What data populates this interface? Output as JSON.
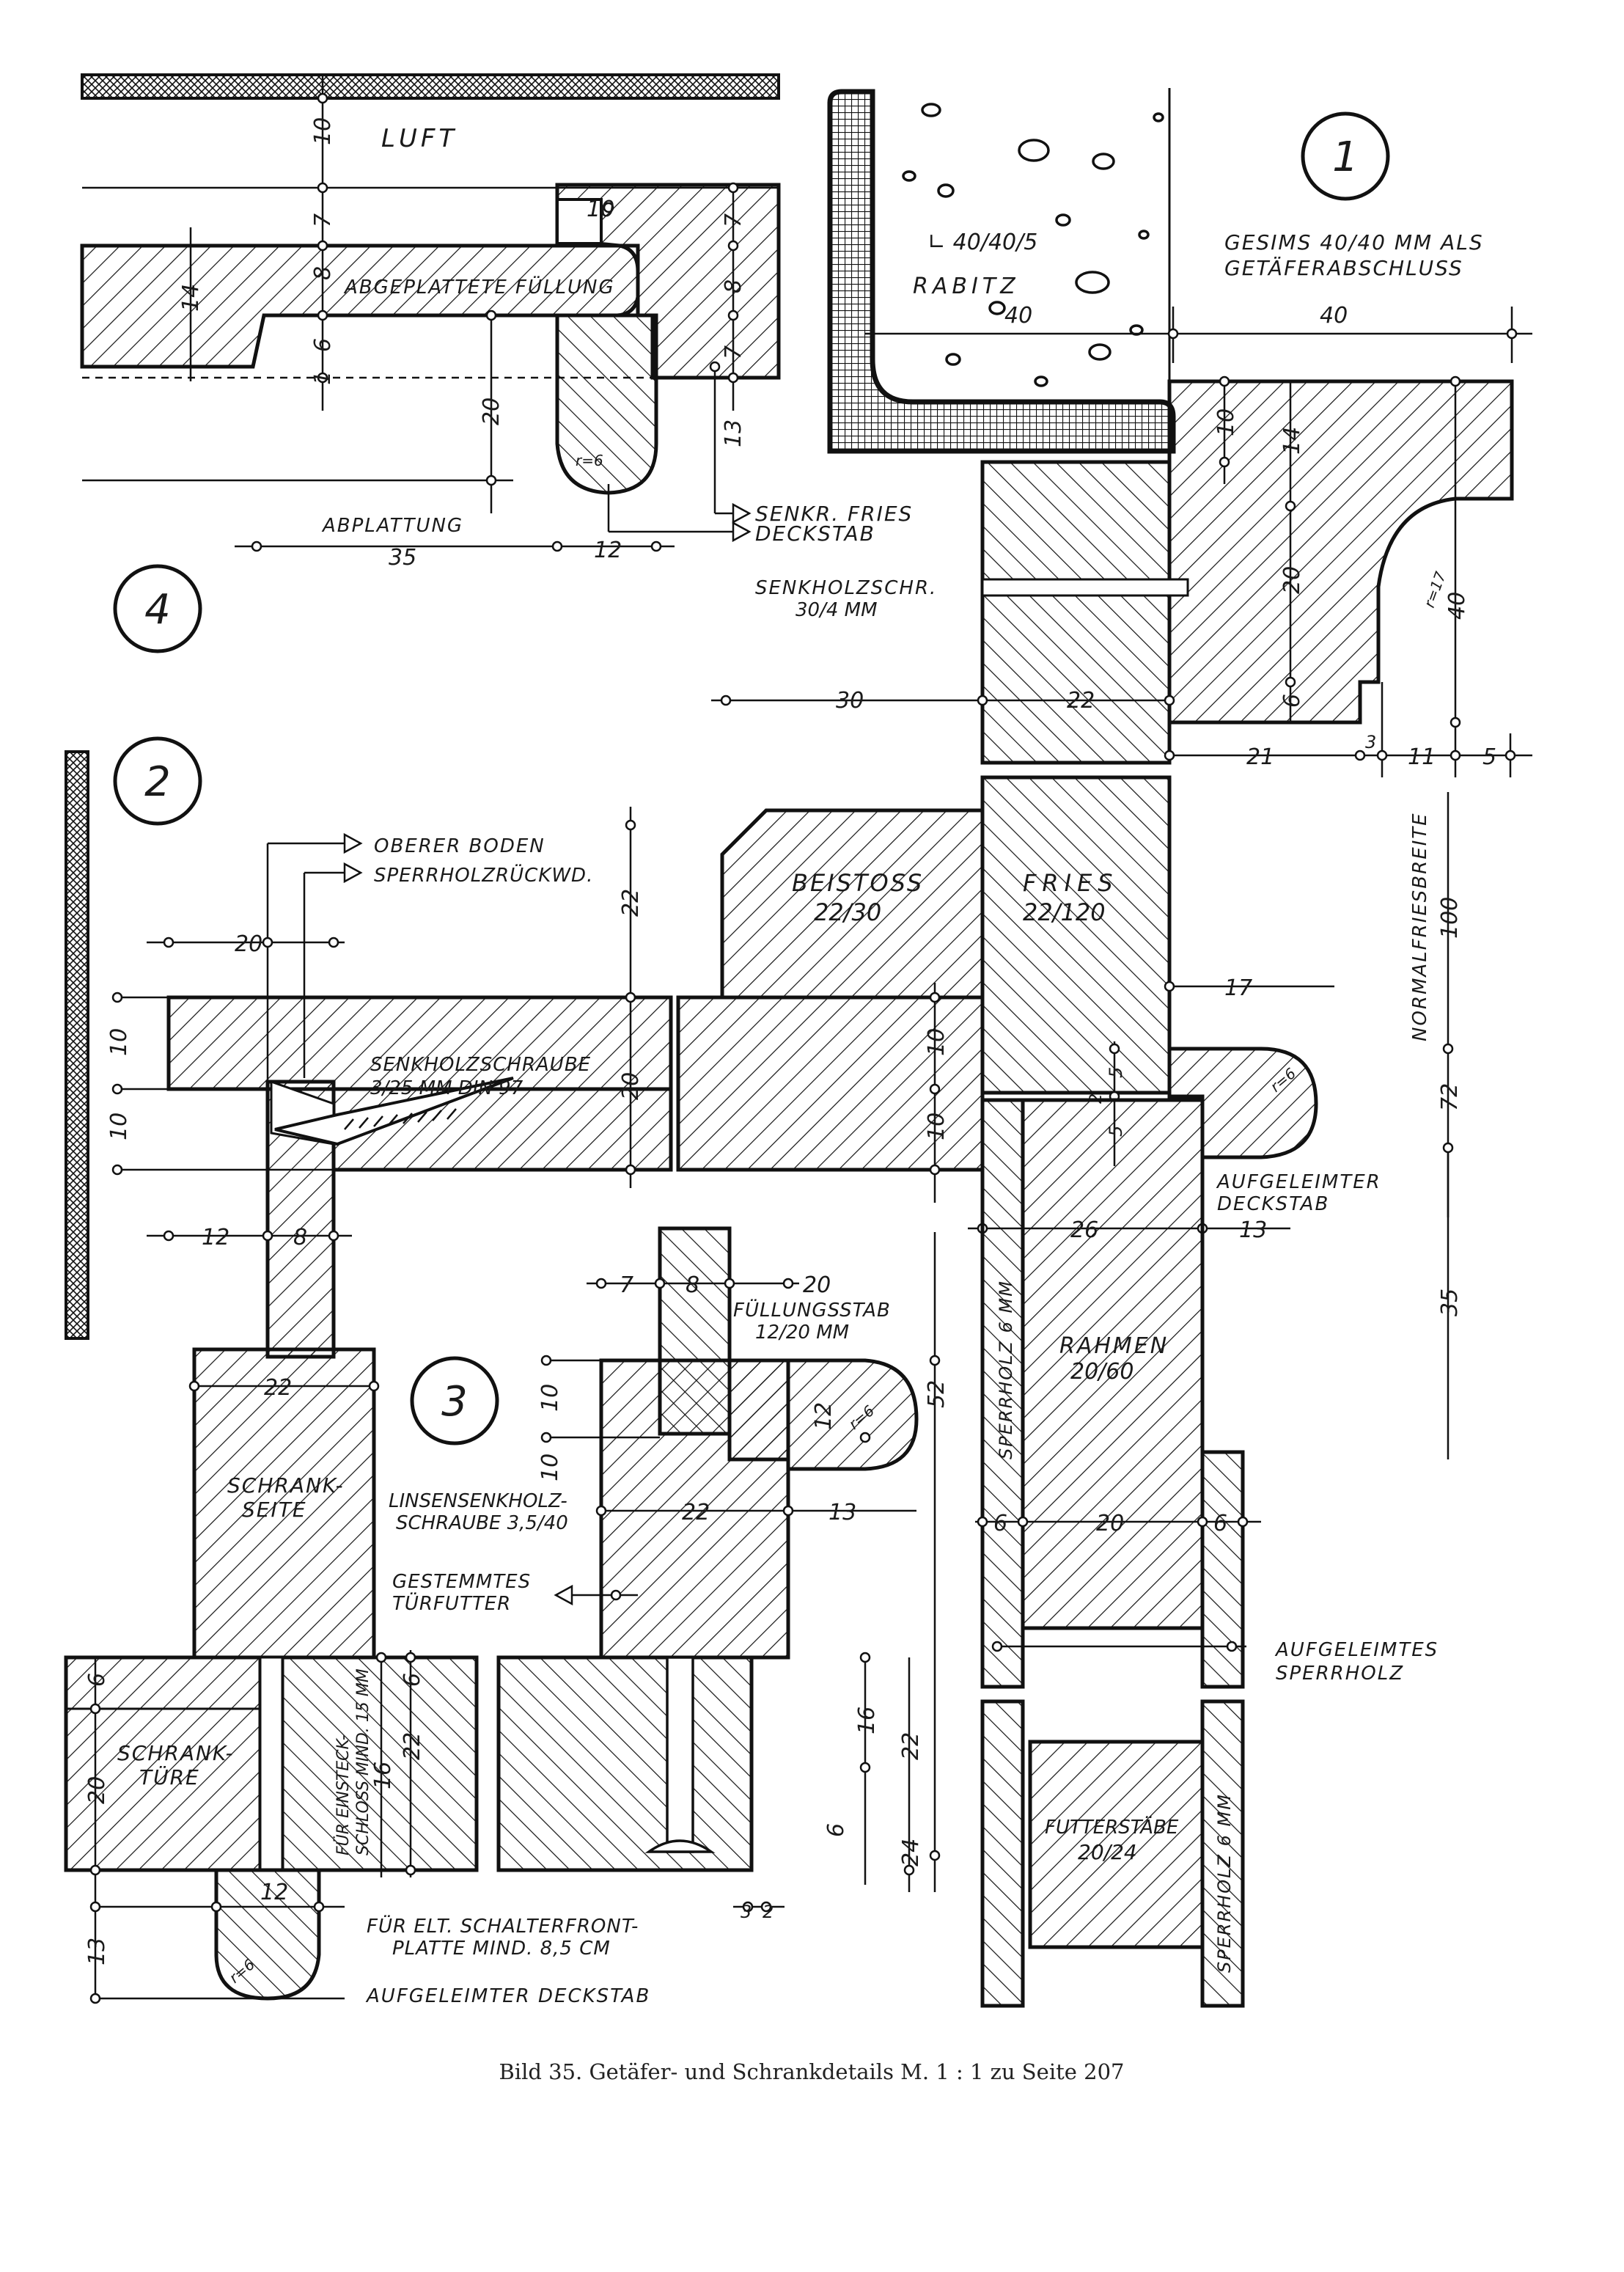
{
  "caption": "Bild 35. Getäfer- und Schrankdetails M. 1 : 1 zu Seite 207",
  "detail_numbers": [
    "1",
    "2",
    "3",
    "4"
  ],
  "detail4": {
    "luft": "LUFT",
    "fuellung": "ABGEPLATTETE FÜLLUNG",
    "abplattung": "ABPLATTUNG",
    "senkr_fries": "SENKR. FRIES",
    "deckstab": "DECKSTAB",
    "radius": "r=6",
    "dims": [
      "10",
      "7",
      "8",
      "14",
      "6",
      "1",
      "10",
      "7",
      "8",
      "7",
      "20",
      "13",
      "35",
      "12"
    ]
  },
  "detail1": {
    "winkel": "∟ 40/40/5",
    "rabitz": "RABITZ",
    "gesims": "GESIMS 40/40 MM ALS",
    "getaefer": "GETÄFERABSCHLUSS",
    "senkholz": "SENKHOLZSCHR.",
    "senkholz_size": "30/4 MM",
    "radius": "r=17",
    "dims": [
      "40",
      "40",
      "10",
      "14",
      "20",
      "40",
      "6",
      "30",
      "22",
      "21",
      "3",
      "11",
      "5"
    ]
  },
  "detail2": {
    "oberer_boden": "OBERER BODEN",
    "sperrholz_rueck": "SPERRHOLZRÜCKWD.",
    "beistoss": "BEISTOSS",
    "beistoss_size": "22/30",
    "fries": "FRIES",
    "fries_size": "22/120",
    "normalfries": "NORMALFRIESBREITE",
    "schraube": "SENKHOLZSCHRAUBE",
    "schraube_size": "3/25 MM DIN 97",
    "aufgeleimt_deckstab": "AUFGELEIMTER",
    "aufgeleimt_deckstab2": "DECKSTAB",
    "radius": "r=6",
    "dims": [
      "20",
      "22",
      "10",
      "10",
      "20",
      "10",
      "10",
      "12",
      "8",
      "100",
      "17",
      "5",
      "2",
      "5",
      "72",
      "26",
      "13",
      "35"
    ]
  },
  "detail3": {
    "schrankseite": "SCHRANK-",
    "schrankseite2": "SEITE",
    "schranktuere": "SCHRANK-",
    "schranktuere2": "TÜRE",
    "fuellungsstab": "FÜLLUNGSSTAB",
    "fuellungsstab_size": "12/20 MM",
    "linsen": "LINSENSENKHOLZ-",
    "linsen2": "SCHRAUBE 3,5/40",
    "gestemmtes": "GESTEMMTES",
    "tuerfutter": "TÜRFUTTER",
    "einsteck": "FÜR EINSTECK-",
    "einsteck2": "SCHLOSS MIND. 15 MM",
    "schalter": "FÜR ELT. SCHALTERFRONT-",
    "schalter2": "PLATTE MIND. 8,5 CM",
    "aufgeleimter_deckstab": "AUFGELEIMTER DECKSTAB",
    "sperrholz6": "SPERRHOLZ 6 MM",
    "rahmen": "RAHMEN",
    "rahmen_size": "20/60",
    "aufgeleimtes": "AUFGELEIMTES",
    "aufgeleimtes2": "SPERRHOLZ",
    "futterstaebe": "FUTTERSTÄBE",
    "futterstaebe_size": "20/24",
    "sperrholz6b": "SPERRHOLZ 6 MM",
    "radius": "r=6",
    "dims": [
      "22",
      "7",
      "8",
      "20",
      "10",
      "12",
      "10",
      "52",
      "22",
      "13",
      "6",
      "20",
      "6",
      "6",
      "6",
      "16",
      "22",
      "20",
      "12",
      "13",
      "16",
      "22",
      "6",
      "24",
      "3",
      "2"
    ]
  }
}
